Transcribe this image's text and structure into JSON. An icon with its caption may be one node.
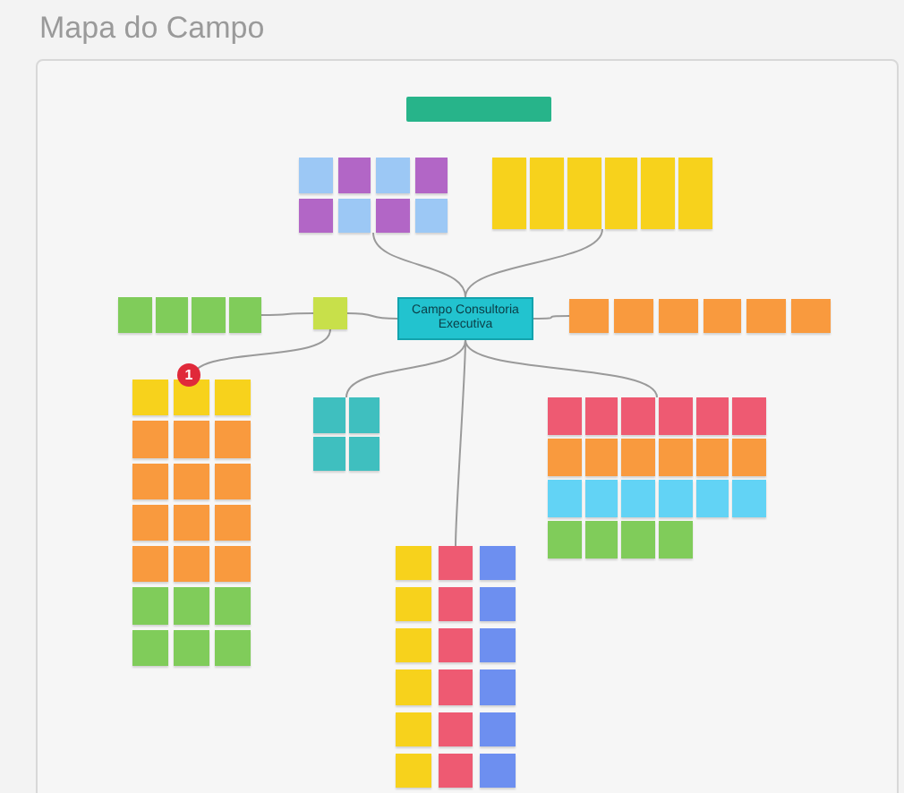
{
  "diagram": {
    "title": "Mapa do Campo",
    "nodes": [
      {
        "text": [
          "Campo Consultoria Executiva"
        ]
      },
      {
        "text": [],
        "shape": "bar"
      },
      {
        "text": [],
        "shape": "box"
      },
      {
        "text": [],
        "shape": "box"
      },
      {
        "text": [],
        "shape": "box"
      },
      {
        "text": [],
        "shape": "box"
      },
      {
        "text": [],
        "shape": "box"
      },
      {
        "text": [],
        "shape": "box"
      },
      {
        "text": [],
        "shape": "box"
      },
      {
        "text": [],
        "shape": "box"
      },
      {
        "text": [],
        "shape": "box"
      }
    ],
    "edges": [
      {
        "from": 0,
        "to": 2,
        "arrow": "none"
      },
      {
        "from": 0,
        "to": 3,
        "arrow": "none"
      },
      {
        "from": 0,
        "to": 5,
        "arrow": "none"
      },
      {
        "from": 5,
        "to": 4,
        "arrow": "none"
      },
      {
        "from": 5,
        "to": 7,
        "arrow": "none"
      },
      {
        "from": 0,
        "to": 6,
        "arrow": "none"
      },
      {
        "from": 0,
        "to": 8,
        "arrow": "none"
      },
      {
        "from": 0,
        "to": 9,
        "arrow": "none"
      },
      {
        "from": 0,
        "to": 10,
        "arrow": "none"
      }
    ],
    "labels": [
      "1"
    ]
  }
}
